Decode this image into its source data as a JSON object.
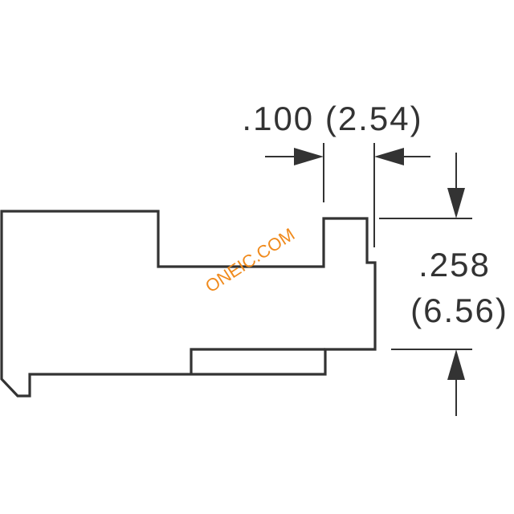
{
  "dimensions": {
    "width_label": ".100 (2.54)",
    "height_label_inch": ".258",
    "height_label_mm": "(6.56)"
  },
  "watermark": "ONEIC.COM",
  "colors": {
    "line": "#333333",
    "watermark": "#f08a1c",
    "background": "#ffffff"
  }
}
